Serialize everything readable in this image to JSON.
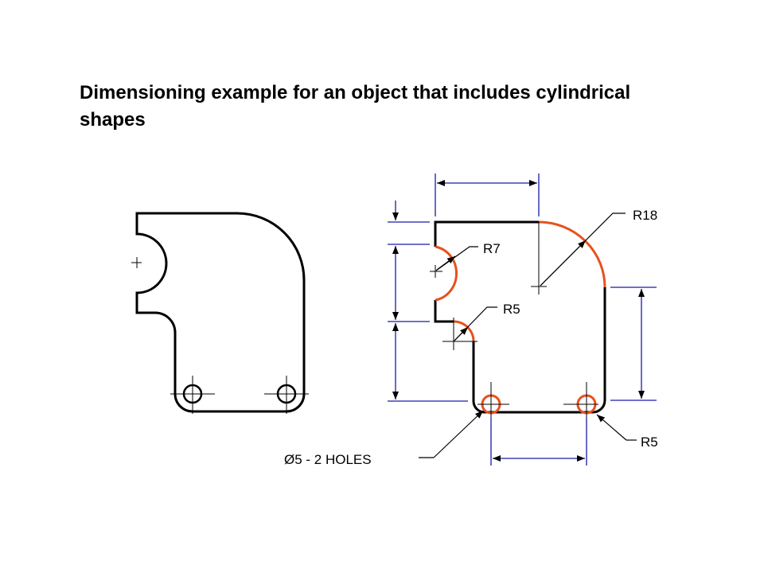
{
  "title": "Dimensioning example for an object that includes cylindrical shapes",
  "callouts": {
    "r18": "R18",
    "r7": "R7",
    "r5_fillet": "R5",
    "r5_corner": "R5",
    "holes": "Ø5 - 2 HOLES"
  },
  "colors": {
    "outline": "#000000",
    "dimension": "#1a1aaa",
    "highlight": "#e8501e",
    "background": "#ffffff"
  }
}
